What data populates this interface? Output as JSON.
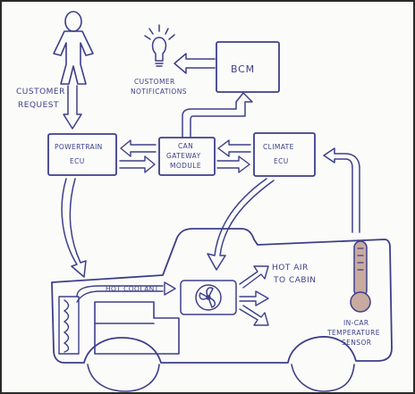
{
  "labels": {
    "customer_request_1": "CUSTOMER",
    "customer_request_2": "REQUEST",
    "customer_notifications_1": "CUSTOMER",
    "customer_notifications_2": "NOTIFICATIONS",
    "bcm": "BCM",
    "powertrain_1": "POWERTRAIN",
    "powertrain_2": "ECU",
    "can_1": "CAN",
    "can_2": "GATEWAY",
    "can_3": "MODULE",
    "climate_1": "CLIMATE",
    "climate_2": "ECU",
    "hot_air_1": "HOT AIR",
    "hot_air_2": "TO CABIN",
    "hot_coolant": "HOT COOLANT",
    "sensor_1": "IN-CAR",
    "sensor_2": "TEMPERATURE",
    "sensor_3": "SENSOR"
  },
  "colors": {
    "ink": "#3c3f8a",
    "paper": "#fbfbf9",
    "thermometer_fill": "#c9aaa0"
  }
}
